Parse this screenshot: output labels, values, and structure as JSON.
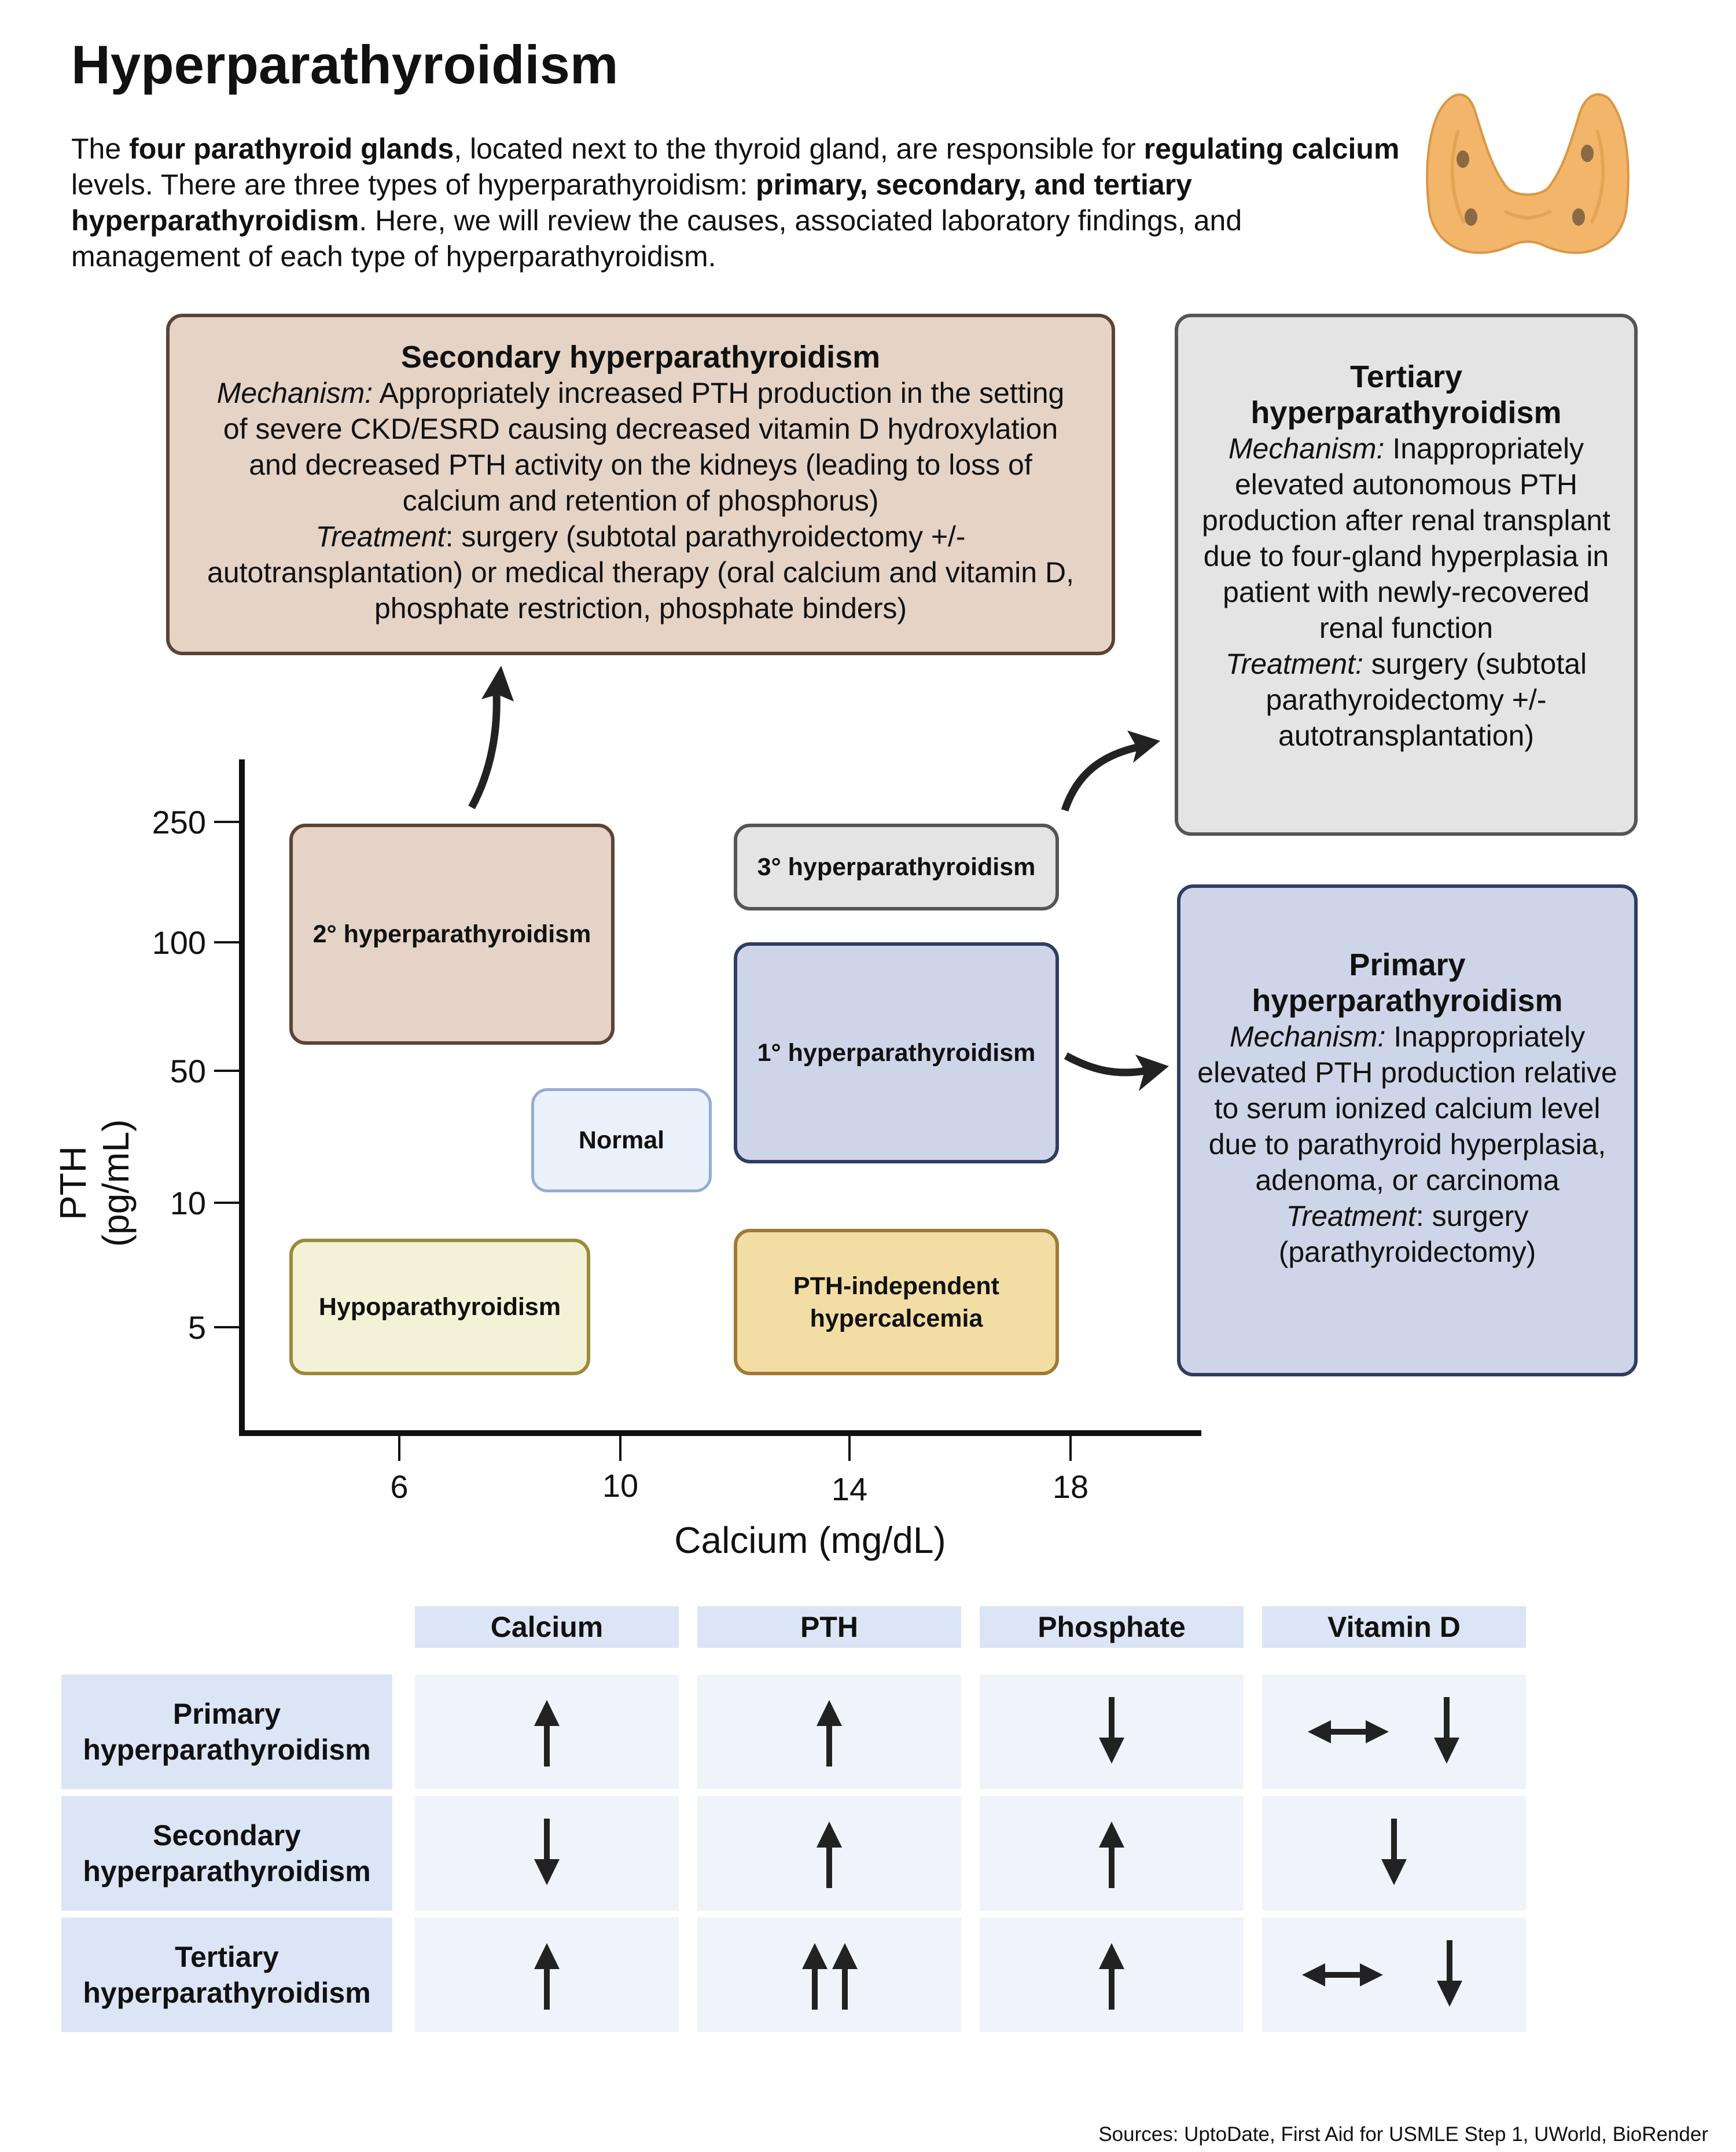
{
  "title": "Hyperparathyroidism",
  "intro": {
    "t1": "The ",
    "b1": "four parathyroid glands",
    "t2": ", located next to the thyroid gland, are responsible for ",
    "b2": "regulating calcium",
    "t3": " levels. There are three types of hyperparathyroidism: ",
    "b3": "primary, secondary, and tertiary hyperparathyroidism",
    "t4": ". Here, we will review the causes, associated laboratory findings, and management of each type of hyperparathyroidism."
  },
  "secondary_box": {
    "title": "Secondary hyperparathyroidism",
    "mech_label": "Mechanism:",
    "mech_text": " Appropriately increased PTH production in the setting of severe CKD/ESRD causing decreased vitamin D hydroxylation and decreased PTH activity on the kidneys (leading to loss of calcium and retention of phosphorus)",
    "treat_label": "Treatment",
    "treat_text": ": surgery (subtotal parathyroidectomy +/- autotransplantation) or medical therapy (oral calcium and vitamin D, phosphate restriction, phosphate binders)"
  },
  "tertiary_box": {
    "title": "Tertiary hyperparathyroidism",
    "mech_label": "Mechanism:",
    "mech_text": " Inappropriately elevated autonomous PTH production after renal transplant due to four-gland hyperplasia in patient with newly-recovered renal function",
    "treat_label": "Treatment:",
    "treat_text": " surgery (subtotal parathyroidectomy +/- autotransplantation)"
  },
  "primary_box": {
    "title": "Primary hyperparathyroidism",
    "mech_label": "Mechanism:",
    "mech_text": " Inappropriately elevated PTH production relative to serum ionized calcium level due to parathyroid hyperplasia, adenoma, or carcinoma",
    "treat_label": "Treatment",
    "treat_text": ": surgery (parathyroidectomy)"
  },
  "plot": {
    "x_label": "Calcium (mg/dL)",
    "y_label": "PTH (pg/mL)",
    "x_ticks": [
      "6",
      "10",
      "14",
      "18"
    ],
    "y_ticks": [
      "250",
      "100",
      "50",
      "10",
      "5"
    ],
    "regions": {
      "secondary": "2° hyperparathyroidism",
      "tertiary": "3° hyperparathyroidism",
      "primary": "1° hyperparathyroidism",
      "normal": "Normal",
      "hypo": "Hypoparathyroidism",
      "pth_independent": "PTH-independent hypercalcemia"
    }
  },
  "table": {
    "columns": [
      "Calcium",
      "PTH",
      "Phosphate",
      "Vitamin D"
    ],
    "rows": [
      {
        "label": "Primary hyperparathyroidism",
        "calcium": "up",
        "pth": "up",
        "phosphate": "down",
        "vitamin_d": "normal or down"
      },
      {
        "label": "Secondary hyperparathyroidism",
        "calcium": "down",
        "pth": "up",
        "phosphate": "up",
        "vitamin_d": "down"
      },
      {
        "label": "Tertiary hyperparathyroidism",
        "calcium": "up",
        "pth": "up up",
        "phosphate": "up",
        "vitamin_d": "normal or down"
      }
    ]
  },
  "sources": "Sources: UptoDate, First Aid for USMLE Step 1, UWorld, BioRender",
  "colors": {
    "secondary": "#e5d3c6",
    "tertiary": "#e4e4e4",
    "primary": "#cfd5e8",
    "normal": "#ebf1fa",
    "hypo": "#f4f2d6",
    "pth_independent": "#f2dea4",
    "table_header": "#dce5f5"
  },
  "icons": [
    "thyroid-gland-illustration",
    "up-arrow-icon",
    "down-arrow-icon",
    "double-headed-arrow-icon",
    "curved-arrow-icon"
  ]
}
